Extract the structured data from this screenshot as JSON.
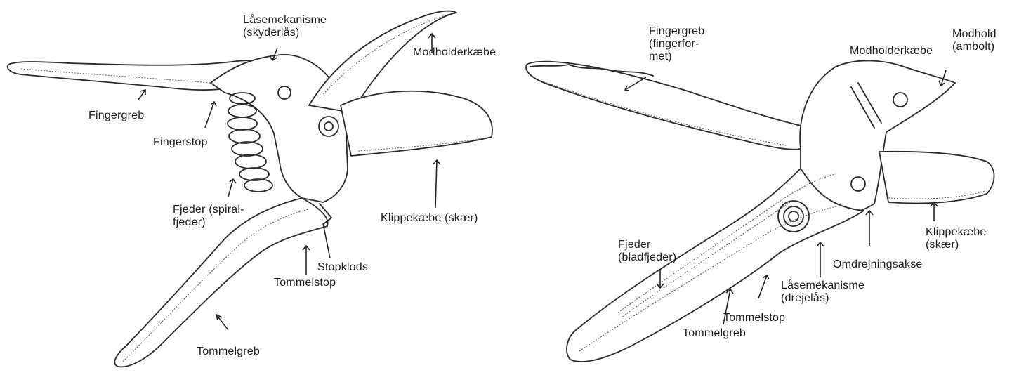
{
  "left_tool": {
    "labels": {
      "laasemekanisme_1": "Låsemekanisme",
      "laasemekanisme_2": "(skyderlås)",
      "modholderkaebe": "Modholderkæbe",
      "fingergreb": "Fingergreb",
      "fingerstop": "Fingerstop",
      "fjeder_1": "Fjeder (spiral-",
      "fjeder_2": "fjeder)",
      "klippekaebe": "Klippekæbe (skær)",
      "stopklods": "Stopklods",
      "tommelstop": "Tommelstop",
      "tommelgreb": "Tommelgreb"
    }
  },
  "right_tool": {
    "labels": {
      "fingergreb_1": "Fingergreb",
      "fingergreb_2": "(fingerfor-",
      "fingergreb_3": "met)",
      "modholderkaebe": "Modholderkæbe",
      "modhold_1": "Modhold",
      "modhold_2": "(ambolt)",
      "fjeder_1": "Fjeder",
      "fjeder_2": "(bladfjeder)",
      "klippekaebe_1": "Klippekæbe",
      "klippekaebe_2": "(skær)",
      "omdrejningsakse": "Omdrejningsakse",
      "laasemekanisme_1": "Låsemekanisme",
      "laasemekanisme_2": "(drejelås)",
      "tommelstop": "Tommelstop",
      "tommelgreb": "Tommelgreb"
    }
  }
}
